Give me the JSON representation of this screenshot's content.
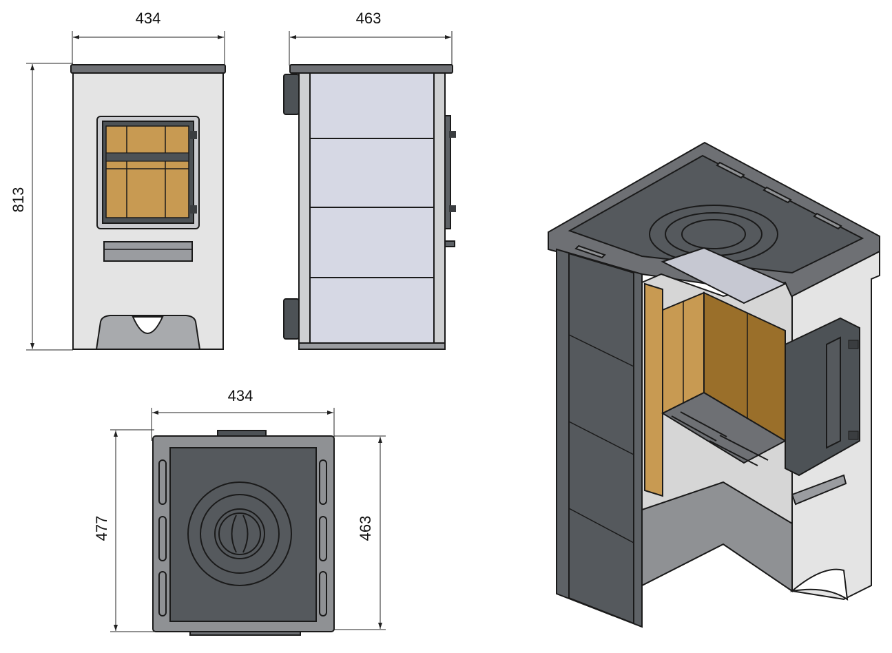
{
  "dimensions": {
    "front_width": "434",
    "front_height": "813",
    "side_width": "463",
    "top_width": "434",
    "top_depth_left": "477",
    "top_depth_right": "463"
  },
  "colors": {
    "casing_light": "#e4e4e4",
    "tile_light": "#d6d8e4",
    "steel_dark": "#555a5e",
    "steel_mid": "#7d7f82",
    "firebrick": "#c89a52",
    "firebrick_dark": "#9a6f2a",
    "outline": "#1a1a1a"
  }
}
